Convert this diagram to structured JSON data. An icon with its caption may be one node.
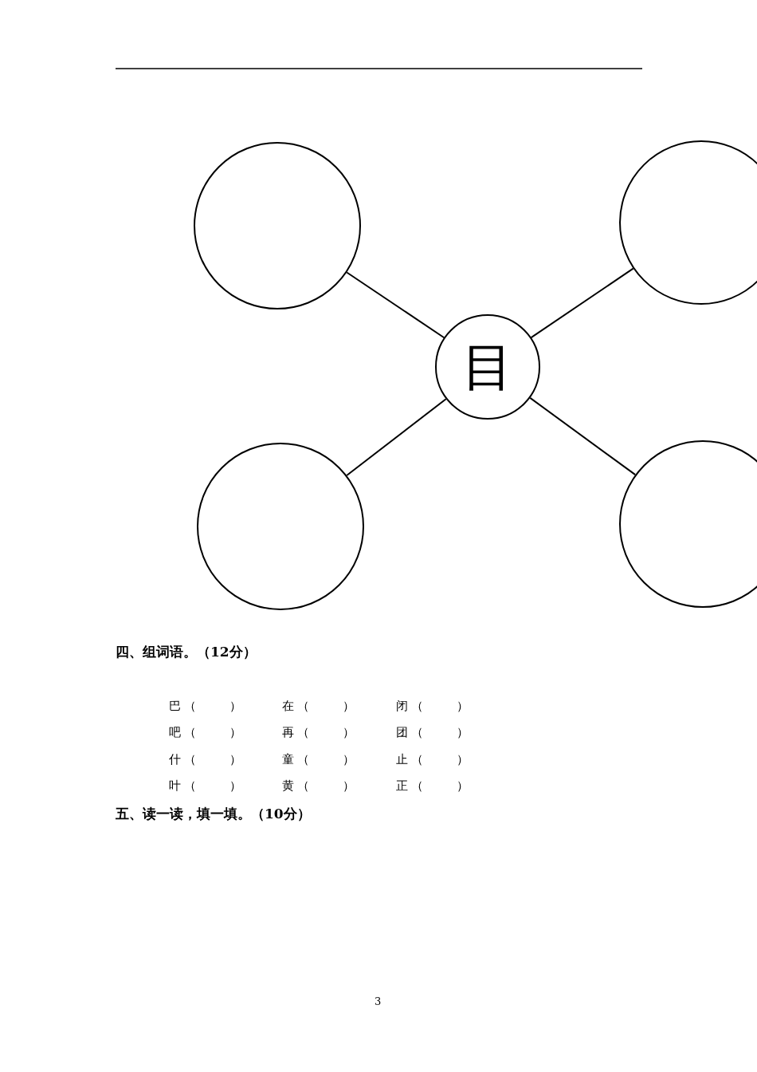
{
  "diagram": {
    "nodes": [
      {
        "text": [
          "目"
        ]
      },
      {
        "text": [],
        "shape": "circle"
      },
      {
        "text": [],
        "shape": "circle"
      },
      {
        "text": [],
        "shape": "circle"
      },
      {
        "text": [],
        "shape": "circle"
      }
    ],
    "edges": [
      {
        "from": 0,
        "to": 1,
        "arrow": "none"
      },
      {
        "from": 0,
        "to": 2,
        "arrow": "none"
      },
      {
        "from": 0,
        "to": 3,
        "arrow": "none"
      },
      {
        "from": 0,
        "to": 4,
        "arrow": "none"
      }
    ],
    "labels": [
      "四、组词语。（12分）",
      "巴（　　）",
      "在（　　）",
      "闭（　　）",
      "吧（　　）",
      "再（　　）",
      "团（　　）",
      "什（　　）",
      "童（　　）",
      "止（　　）",
      "叶（　　）",
      "黄（　　）",
      "正（　　）",
      "五、读一读，填一填。（10分）",
      "3"
    ]
  }
}
